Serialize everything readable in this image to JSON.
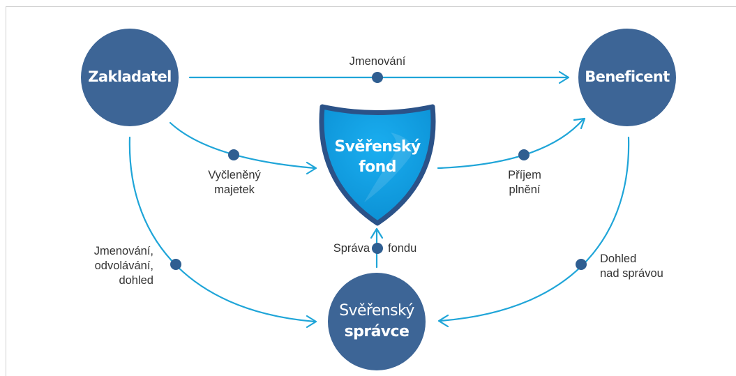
{
  "nodes": {
    "zakladatel": "Zakladatel",
    "beneficent": "Beneficent",
    "fund": {
      "line1": "Svěřenský",
      "line2": "fond"
    },
    "trustee": {
      "line1": "Svěřenský",
      "line2": "správce"
    }
  },
  "edges": {
    "appointment": "Jmenování",
    "allocated_assets": {
      "line1": "Vyčleněný",
      "line2": "majetek"
    },
    "benefit": {
      "line1": "Příjem",
      "line2": "plnění"
    },
    "appoint_dismiss": {
      "line1": "Jmenování,",
      "line2": "odvolávání,",
      "line3": "dohled"
    },
    "supervision": {
      "line1": "Dohled",
      "line2": "nad správou"
    },
    "management": {
      "part1": "Správa",
      "part2": "fondu"
    }
  },
  "colors": {
    "node_dark": "#3d6596",
    "arrow": "#1fa5d8",
    "dot": "#2f5e91",
    "shield_fill": "#0f9de0",
    "shield_border": "#2b5288"
  }
}
